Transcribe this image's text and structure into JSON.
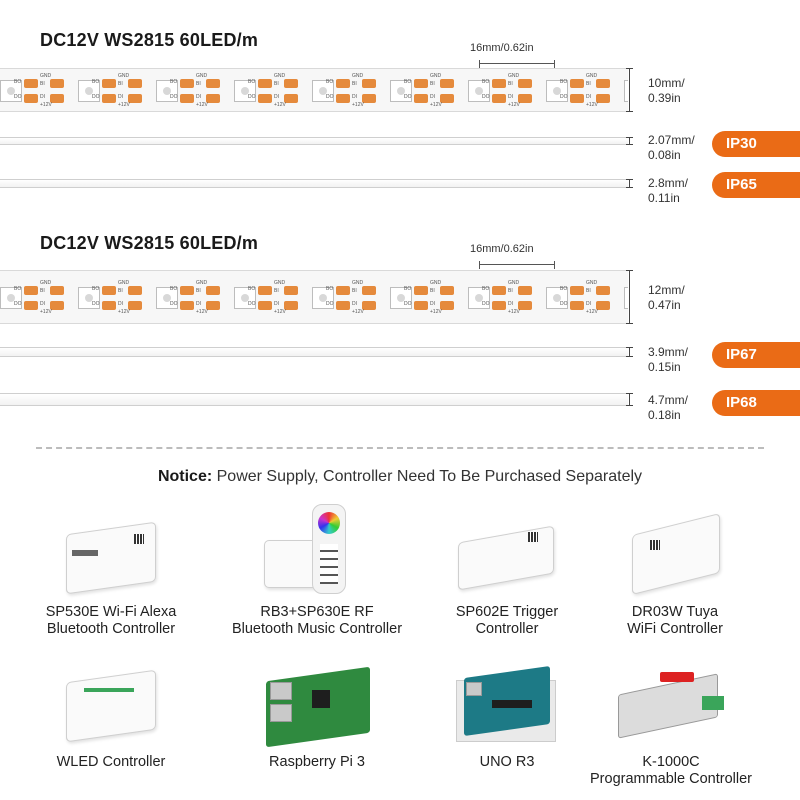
{
  "section1": {
    "title": "DC12V WS2815 60LED/m",
    "pitch": "16mm/0.62in",
    "pad_labels": [
      "GND",
      "BO",
      "BI",
      "DO",
      "DI",
      "+12V"
    ],
    "strip_width": [
      "10mm/",
      "0.39in"
    ],
    "variants": [
      {
        "thickness": [
          "2.07mm/",
          "0.08in"
        ],
        "ip": "IP30"
      },
      {
        "thickness": [
          "2.8mm/",
          "0.11in"
        ],
        "ip": "IP65"
      }
    ]
  },
  "section2": {
    "title": "DC12V WS2815 60LED/m",
    "pitch": "16mm/0.62in",
    "pad_labels": [
      "GND",
      "BO",
      "BI",
      "DO",
      "DI",
      "+12V"
    ],
    "strip_width": [
      "12mm/",
      "0.47in"
    ],
    "variants": [
      {
        "thickness": [
          "3.9mm/",
          "0.15in"
        ],
        "ip": "IP67"
      },
      {
        "thickness": [
          "4.7mm/",
          "0.18in"
        ],
        "ip": "IP68"
      }
    ]
  },
  "notice": {
    "bold": "Notice:",
    "text": " Power Supply, Controller Need To Be Purchased Separately"
  },
  "colors": {
    "accent": "#ea6b16",
    "pad_copper": "#e58a3c"
  },
  "products": [
    {
      "icon": "controller-box-icon",
      "lines": [
        "SP530E Wi-Fi Alexa",
        "Bluetooth Controller"
      ]
    },
    {
      "icon": "rf-remote-controller-icon",
      "lines": [
        "RB3+SP630E RF",
        "Bluetooth Music Controller"
      ]
    },
    {
      "icon": "trigger-controller-icon",
      "lines": [
        "SP602E Trigger",
        "Controller"
      ]
    },
    {
      "icon": "wifi-controller-icon",
      "lines": [
        "DR03W Tuya",
        "WiFi Controller"
      ]
    },
    {
      "icon": "wled-controller-icon",
      "lines": [
        "WLED Controller"
      ]
    },
    {
      "icon": "raspberry-pi-board-icon",
      "lines": [
        "Raspberry Pi 3"
      ]
    },
    {
      "icon": "arduino-board-icon",
      "lines": [
        "UNO R3"
      ]
    },
    {
      "icon": "k1000c-controller-icon",
      "lines": [
        "K-1000C",
        "Programmable Controller"
      ]
    }
  ]
}
